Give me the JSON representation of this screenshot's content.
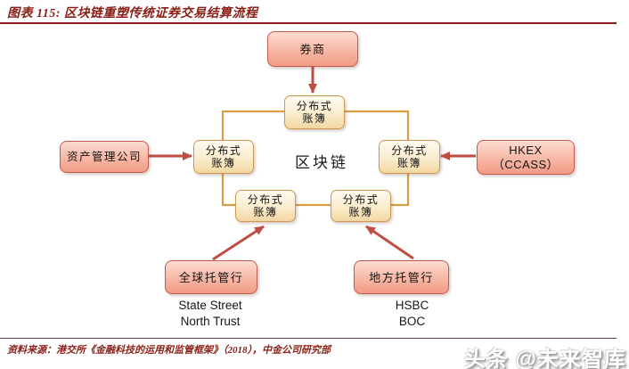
{
  "title": "图表 115: 区块链重塑传统证券交易结算流程",
  "diagram": {
    "center_label": "区块链",
    "ledger": {
      "line1": "分布式",
      "line2": "账簿"
    },
    "broker": {
      "label": "券商"
    },
    "asset_manager": {
      "label": "资产管理公司"
    },
    "exchange": {
      "line1": "HKEX",
      "line2": "（CCASS）"
    },
    "global_custodian": {
      "label": "全球托管行",
      "examples": [
        "State Street",
        "North Trust"
      ]
    },
    "local_custodian": {
      "label": "地方托管行",
      "examples": [
        "HSBC",
        "BOC"
      ]
    },
    "flows": [
      "券商 → 分布式账簿(上)",
      "资产管理公司 → 分布式账簿(左)",
      "HKEX（CCASS） → 分布式账簿(右)",
      "全球托管行 → 分布式账簿(下左)",
      "地方托管行 → 分布式账簿(下右)"
    ]
  },
  "footer": {
    "source": "资料来源：港交所《金融科技的运用和监管框架》（2018），中金公司研究部",
    "watermark": "头条 @未来智库"
  },
  "colors": {
    "accent_red": "#8b1e15",
    "arrow_red": "#bf4d41",
    "entity_fill_top": "#fcdcd1",
    "entity_fill_bottom": "#f19b86",
    "entity_border": "#c45a4b",
    "ledger_fill_top": "#fffbf2",
    "ledger_fill_bottom": "#f3d7a2",
    "ledger_border": "#d0984e",
    "connector_orange": "#dd9c40"
  }
}
